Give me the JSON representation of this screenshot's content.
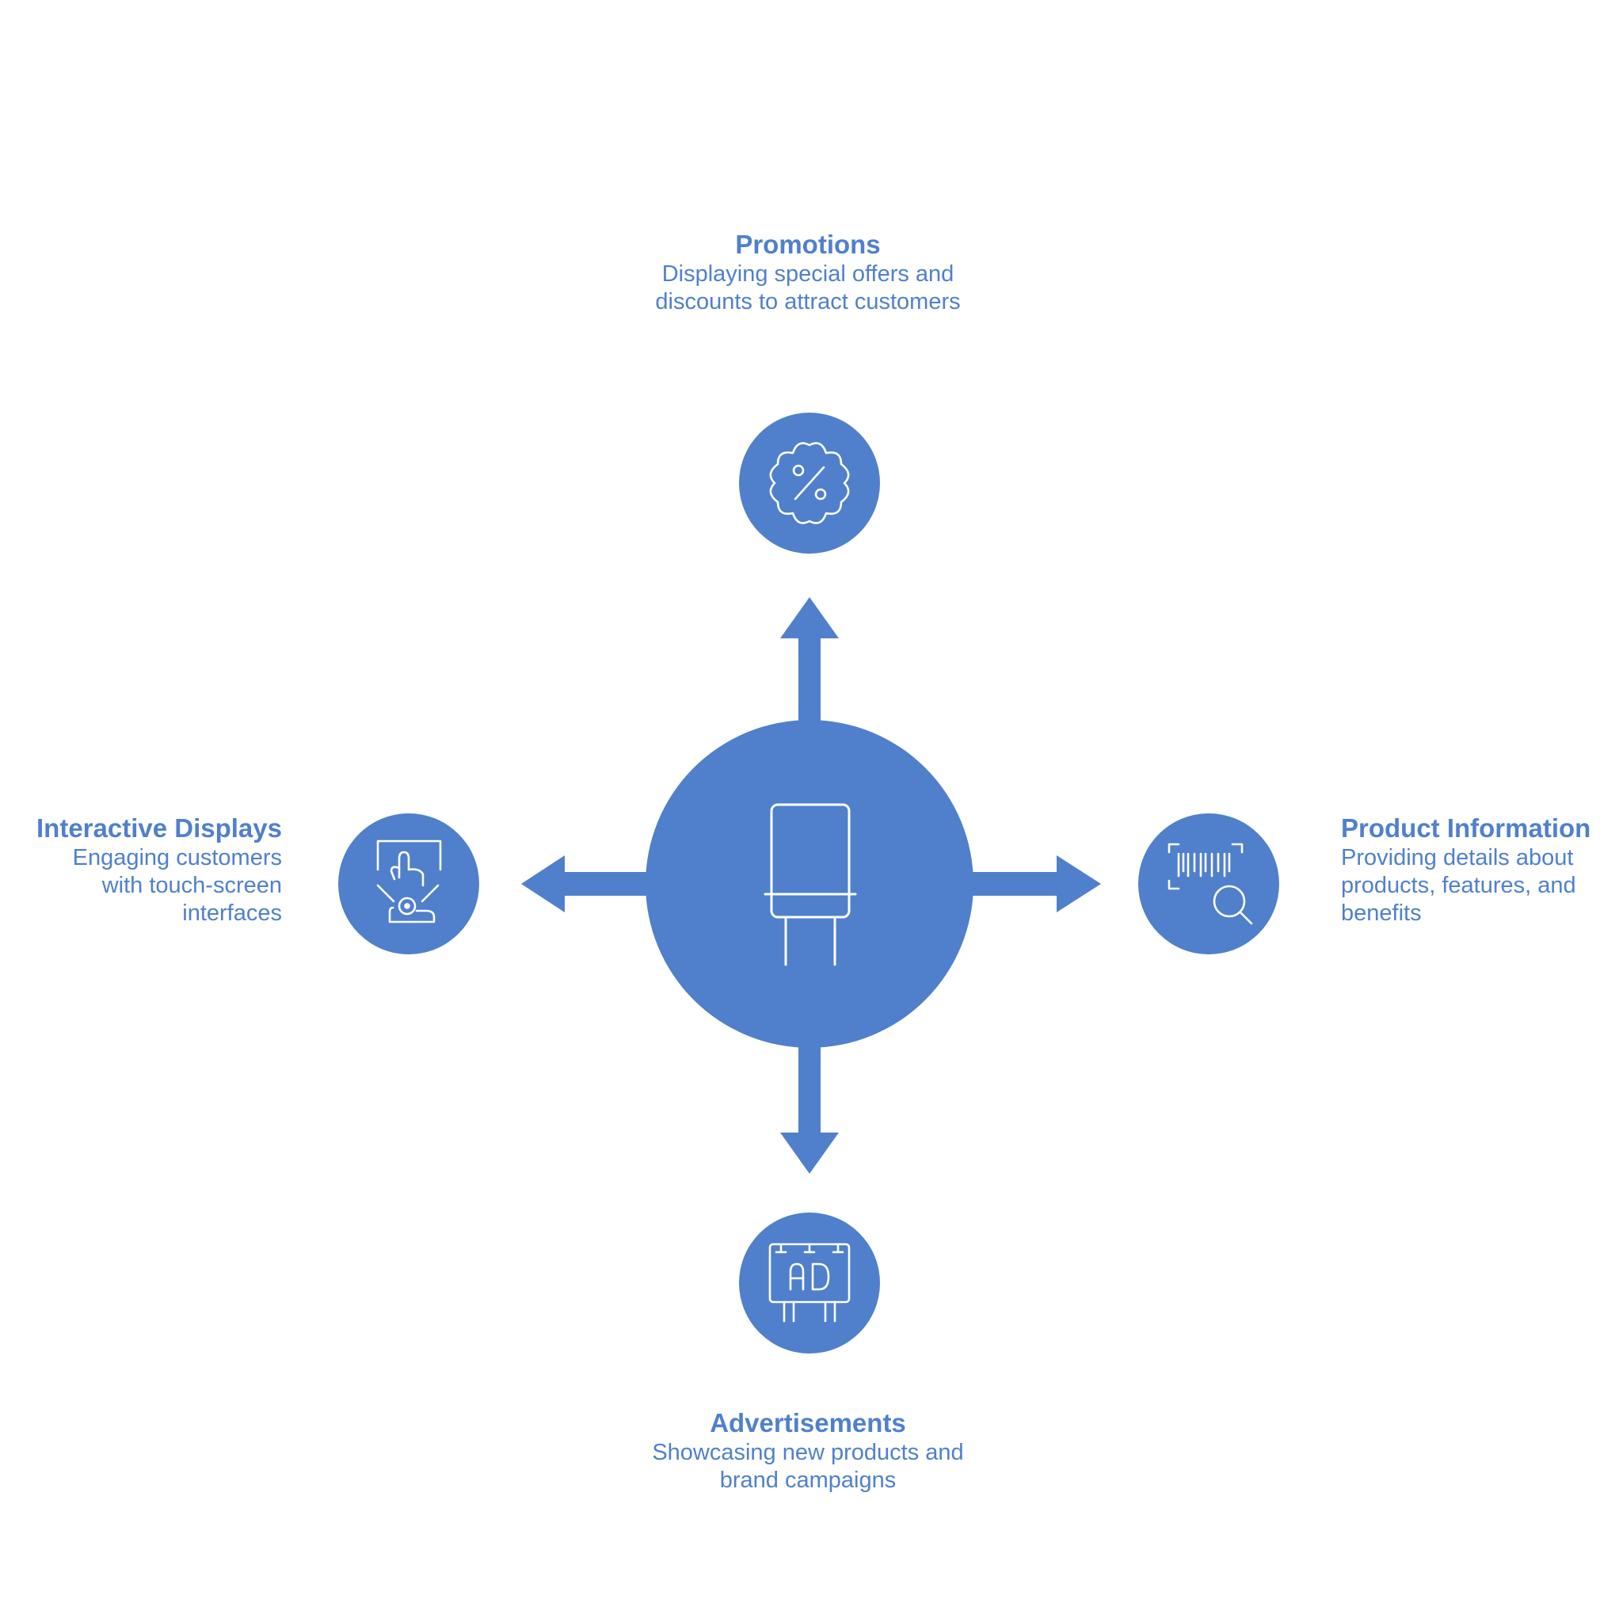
{
  "colors": {
    "accent": "#5080cc",
    "icon_stroke": "#ffffff",
    "background": "#ffffff"
  },
  "center": {
    "icon": "digital-signage-screen-icon"
  },
  "branches": {
    "promotions": {
      "title": "Promotions",
      "description": "Displaying special offers and discounts to attract customers",
      "icon": "discount-badge-icon"
    },
    "product_information": {
      "title": "Product Information",
      "description": "Providing details about products, features, and benefits",
      "icon": "barcode-scan-icon"
    },
    "advertisements": {
      "title": "Advertisements",
      "description": "Showcasing new products and brand campaigns",
      "icon": "ad-billboard-icon"
    },
    "interactive_displays": {
      "title": "Interactive Displays",
      "description": "Engaging customers with touch-screen interfaces",
      "icon": "touch-screen-icon"
    }
  }
}
